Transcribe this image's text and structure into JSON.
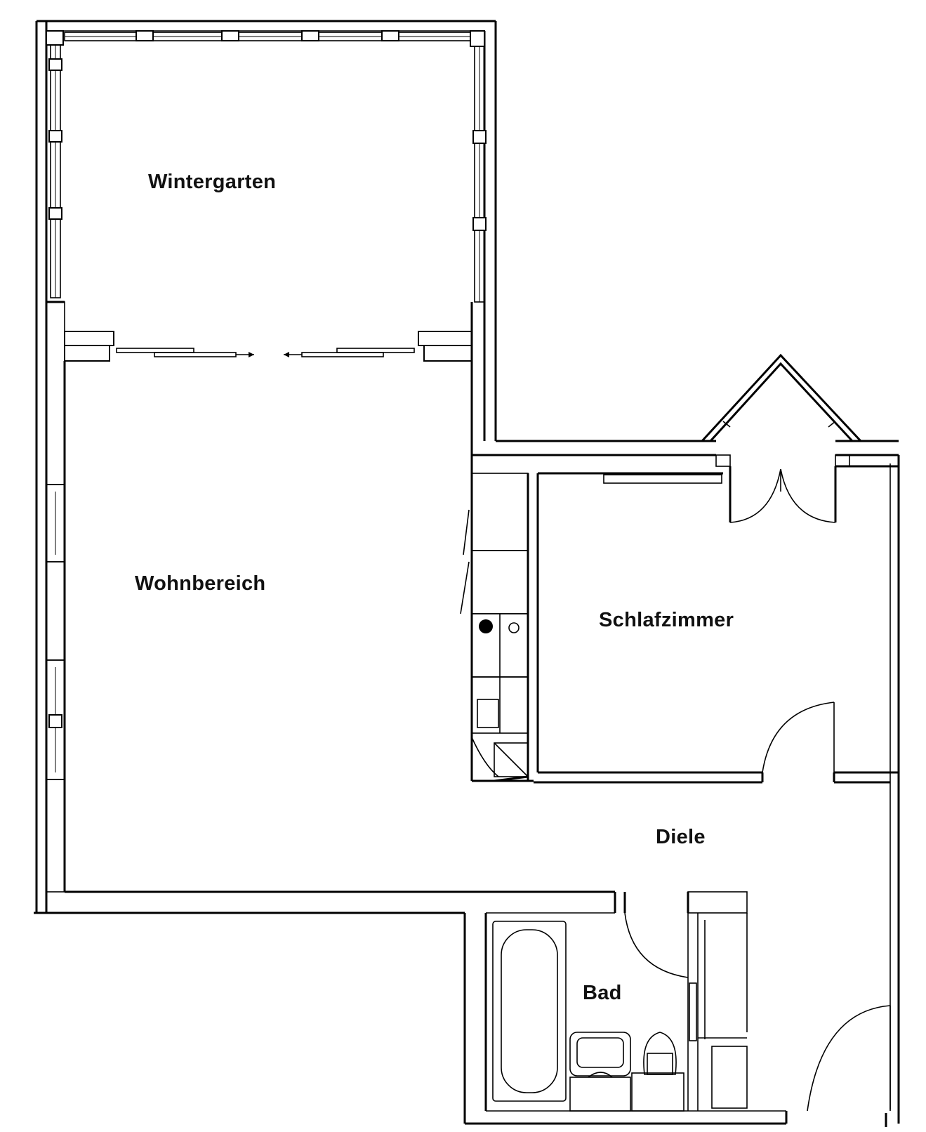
{
  "rooms": {
    "wintergarten": "Wintergarten",
    "wohnbereich": "Wohnbereich",
    "schlafzimmer": "Schlafzimmer",
    "diele": "Diele",
    "bad": "Bad"
  },
  "colors": {
    "line": "#000000",
    "background": "#ffffff"
  }
}
